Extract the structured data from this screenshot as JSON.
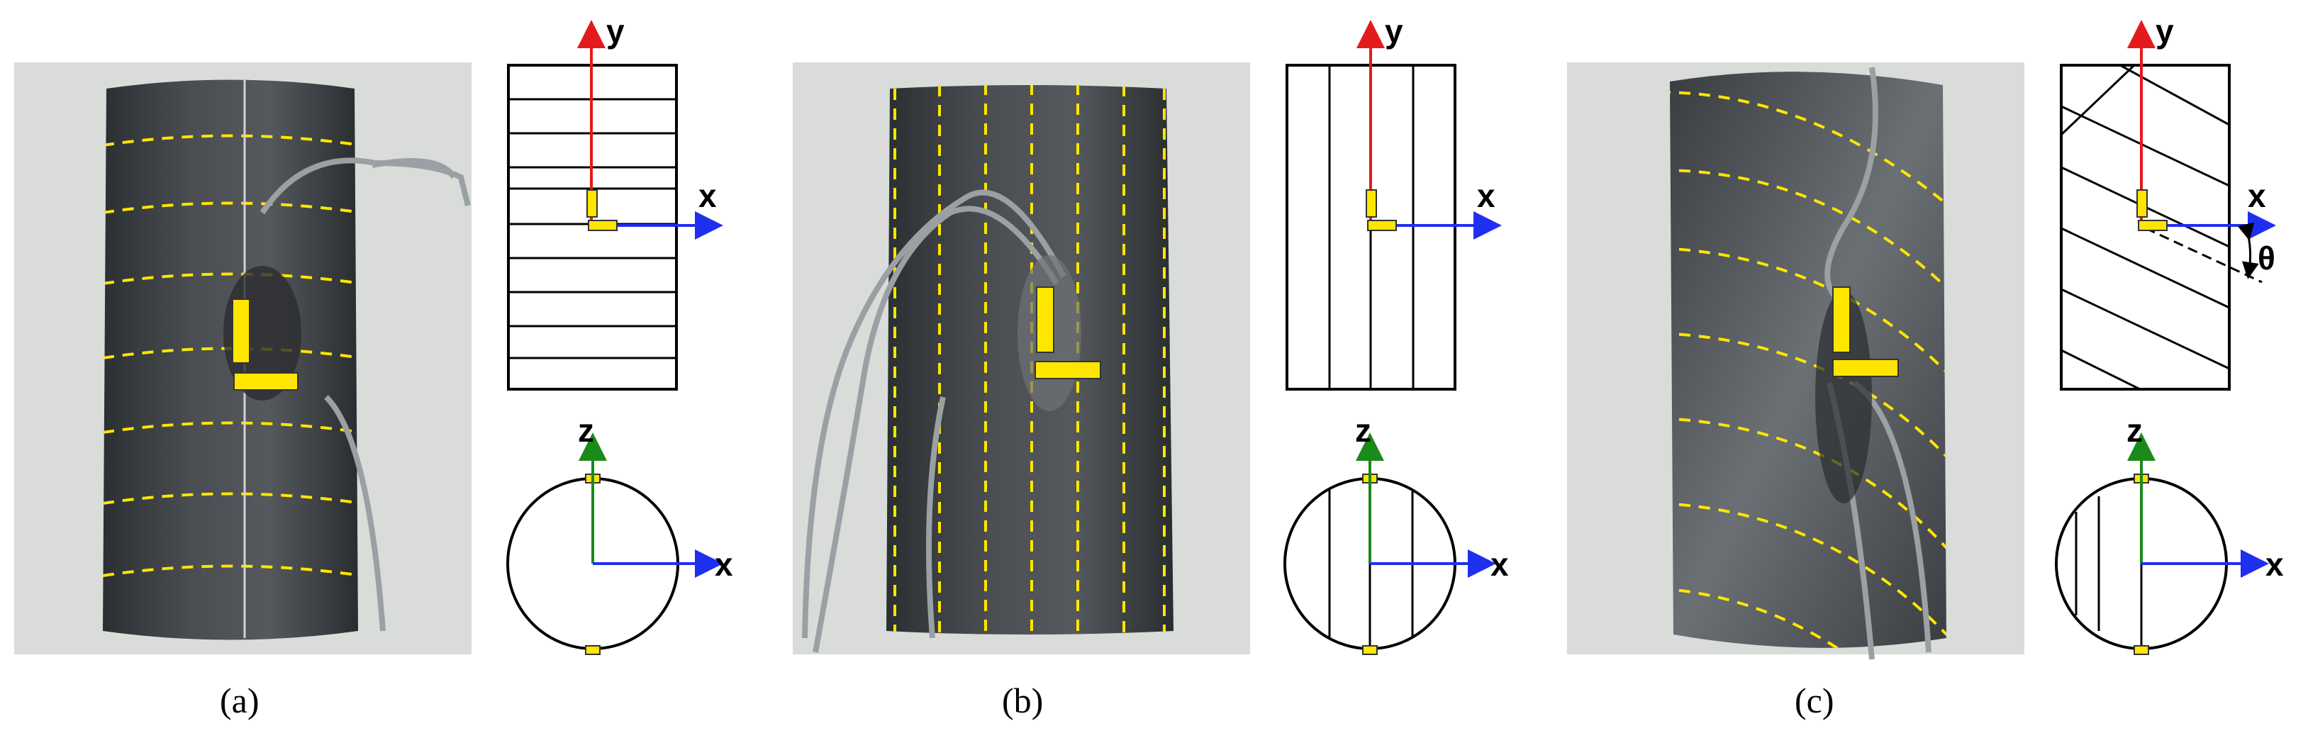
{
  "panels": [
    {
      "id": "a",
      "caption": "(a)",
      "layer_orientation": "horizontal"
    },
    {
      "id": "b",
      "caption": "(b)",
      "layer_orientation": "vertical"
    },
    {
      "id": "c",
      "caption": "(c)",
      "layer_orientation": "inclined"
    }
  ],
  "axis_labels": {
    "y": "y",
    "x": "x",
    "z": "z",
    "theta": "θ"
  },
  "colors": {
    "y_axis": "#e31a1c",
    "x_axis": "#1f2ff0",
    "z_axis": "#1a8a1a",
    "strain_gauge": "#ffe600",
    "bedding_overlay": "#ffe600",
    "background_photo": "#d9dcd8",
    "specimen": "#3c3f42"
  }
}
